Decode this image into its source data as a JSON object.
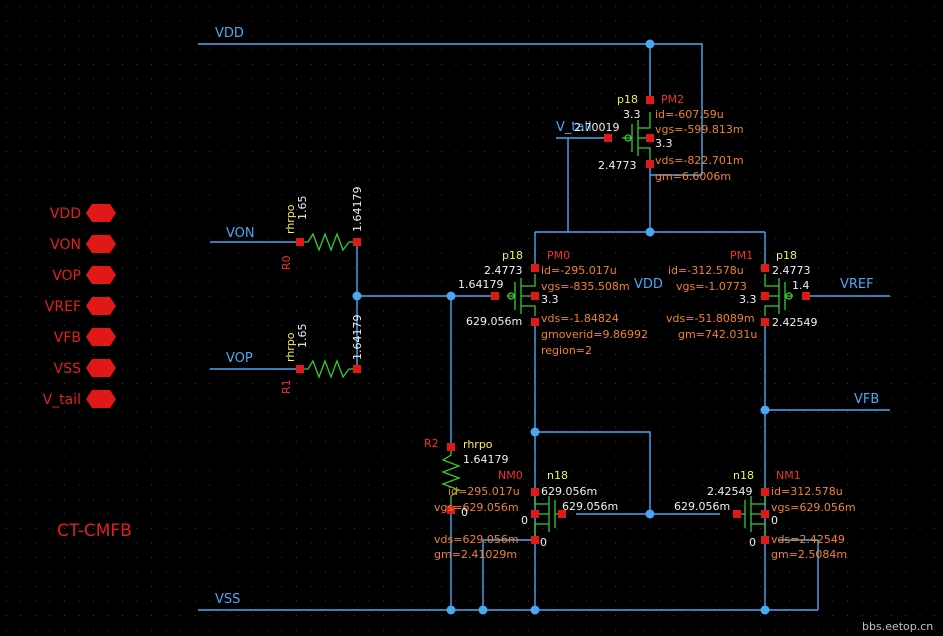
{
  "title": "CT-CMFB",
  "watermark": "bbs.eetop.cn",
  "pins": [
    "VDD",
    "VON",
    "VOP",
    "VREF",
    "VFB",
    "VSS",
    "V_tail"
  ],
  "nets": {
    "vdd": "VDD",
    "vss": "VSS",
    "von": "VON",
    "vop": "VOP",
    "vref": "VREF",
    "vfb": "VFB",
    "vtail": "V_tail",
    "vdd_inner": "VDD"
  },
  "resistors": {
    "r0": {
      "name": "R0",
      "model": "rhrpo",
      "value": "1.65",
      "node": "1.64179"
    },
    "r1": {
      "name": "R1",
      "model": "rhrpo",
      "value": "1.65",
      "node": "1.64179"
    },
    "r2": {
      "name": "R2",
      "model": "rhrpo",
      "node": "1.64179"
    }
  },
  "pm2": {
    "name": "PM2",
    "model": "p18",
    "w": "3.3",
    "w2": "3.3",
    "vg": "2.70019",
    "vd": "2.4773",
    "id": "id=-607.59u",
    "vgs": "vgs=-599.813m",
    "vds": "vds=-822.701m",
    "gm": "gm=6.6006m"
  },
  "pm0": {
    "name": "PM0",
    "model": "p18",
    "w": "3.3",
    "vs": "2.4773",
    "vg": "1.64179",
    "vd": "629.056m",
    "id": "id=-295.017u",
    "vgs": "vgs=-835.508m",
    "vds": "vds=-1.84824",
    "gmoverid": "gmoverid=9.86992",
    "region": "region=2"
  },
  "pm1": {
    "name": "PM1",
    "model": "p18",
    "w": "3.3",
    "vs": "2.4773",
    "vg": "1.4",
    "vd": "2.42549",
    "id": "id=-312.578u",
    "vgs": "vgs=-1.0773",
    "vds": "vds=-51.8089m",
    "gm": "gm=742.031u"
  },
  "nm0": {
    "name": "NM0",
    "model": "n18",
    "vd": "629.056m",
    "vg": "629.056m",
    "vs": "0",
    "vb": "0",
    "id": "id=295.017u",
    "vgs": "vgs=629.056m",
    "vds": "vds=629.056m",
    "gm": "gm=2.41029m",
    "rbot": "0"
  },
  "nm1": {
    "name": "NM1",
    "model": "n18",
    "vd": "2.42549",
    "vg": "629.056m",
    "vs": "0",
    "vb": "0",
    "id": "id=312.578u",
    "vgs": "vgs=629.056m",
    "vds": "vds=2.42549",
    "gm": "gm=2.5084m"
  }
}
